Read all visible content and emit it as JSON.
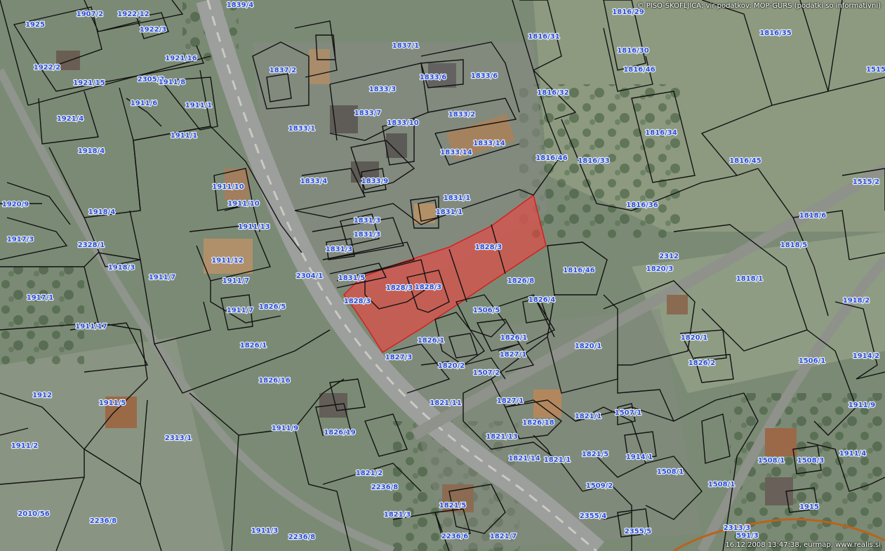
{
  "attribution": "© PISO-ŠKOFLJICA; vir podatkov: MOP-GURS (podatki so informativni)",
  "timestamp": "16.12.2008 13:47:38, eurmap, www.realis.si",
  "colors": {
    "highlight": "#ff3b3b",
    "parcel_line": "#111111",
    "label": "#2b4fd6",
    "pipeline": "#b8641c"
  },
  "highlighted_parcel": "1828/3",
  "parcel_labels": [
    "1925",
    "1907/2",
    "1922/12",
    "1922/3",
    "1839/4",
    "1816/29",
    "1816/31",
    "1816/35",
    "1922/2",
    "1921/16",
    "2305/3",
    "1921/15",
    "1911/8",
    "1911/6",
    "1911/1",
    "1837/1",
    "1837/2",
    "1833/6",
    "1833/6",
    "1833/3",
    "1833/7",
    "1833/10",
    "1833/1",
    "1833/2",
    "1816/30",
    "1816/46",
    "1816/32",
    "1921/4",
    "1918/4",
    "1911/1",
    "1833/14",
    "1833/14",
    "1816/34",
    "1515",
    "1833/4",
    "1833/9",
    "1816/46",
    "1816/33",
    "1816/45",
    "1515/2",
    "1920/9",
    "1911/10",
    "1911/10",
    "1831/1",
    "1831/1",
    "1816/36",
    "1918/4",
    "1911/13",
    "1831/3",
    "1831/3",
    "1828/3",
    "1818/6",
    "1917/3",
    "2328/1",
    "1831/3",
    "1911/12",
    "2312",
    "1820/3",
    "1818/5",
    "1918/3",
    "1911/7",
    "2304/1",
    "1831/5",
    "1828/3",
    "1828/3",
    "1828/3",
    "1826/8",
    "1816/46",
    "1818/1",
    "1917/1",
    "1911/7",
    "1911/7",
    "1826/5",
    "1826/4",
    "1506/5",
    "1918/2",
    "1911/17",
    "1826/1",
    "1826/1",
    "1826/1",
    "1827/3",
    "1820/2",
    "1820/1",
    "1820/1",
    "1826/2",
    "1827/1",
    "1507/2",
    "1506/1",
    "1914/2",
    "1912",
    "1911/5",
    "1826/16",
    "1827/1",
    "1821/11",
    "1821/1",
    "1507/1",
    "1911/9",
    "1911/9",
    "1826/19",
    "1826/18",
    "1821/13",
    "1821/14",
    "1821/1",
    "1821/5",
    "1914/1",
    "1911/2",
    "2313/1",
    "1821/2",
    "1508/1",
    "1508/1",
    "1508/3",
    "1911/4",
    "2236/8",
    "1821/5",
    "1509/2",
    "1508/1",
    "1915",
    "2010/56",
    "2236/8",
    "1821/3",
    "2355/4",
    "2313/3",
    "1911/3",
    "2236/8",
    "2236/6",
    "1821/7",
    "2355/5",
    "591/3"
  ]
}
